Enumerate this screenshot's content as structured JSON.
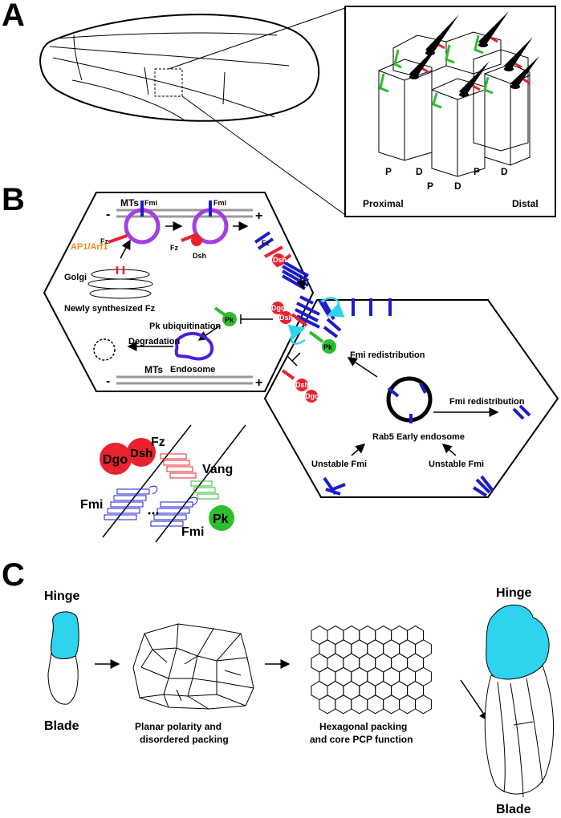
{
  "panels": {
    "a": "A",
    "b": "B",
    "c": "C"
  },
  "panel_a": {
    "inset_labels": {
      "p1": "P",
      "d1": "D",
      "p2": "P",
      "d2": "D",
      "p3": "P",
      "d3": "D"
    },
    "proximal": "Proximal",
    "distal": "Distal"
  },
  "panel_b": {
    "mts_top": "MTs",
    "mts_bottom": "MTs",
    "minus": "-",
    "plus": "+",
    "fmi": "Fmi",
    "fz": "Fz",
    "dsh": "Dsh",
    "dgo": "Dgo",
    "pk": "Pk",
    "ap1": "AP1/Arf1",
    "golgi": "Golgi",
    "newly": "Newly synthesized Fz",
    "pk_ubi": "Pk ubiquitination",
    "degradation": "Degradation",
    "endosome": "Endosome",
    "fmi_redistribution": "Fmi redistribution",
    "rab5": "Rab5 Early endosome",
    "unstable_fmi": "Unstable Fmi",
    "vang": "Vang"
  },
  "panel_c": {
    "hinge": "Hinge",
    "blade": "Blade",
    "step1_line1": "Planar polarity and",
    "step1_line2": "disordered packing",
    "step2_line1": "Hexagonal packing",
    "step2_line2": "and core PCP function"
  },
  "colors": {
    "blue": "#1c1ccc",
    "red": "#e8222e",
    "green": "#2ebd2e",
    "purple": "#a43fe0",
    "cyan": "#2ed4ee",
    "orange": "#f08a24",
    "gray": "#9a9a9a"
  }
}
